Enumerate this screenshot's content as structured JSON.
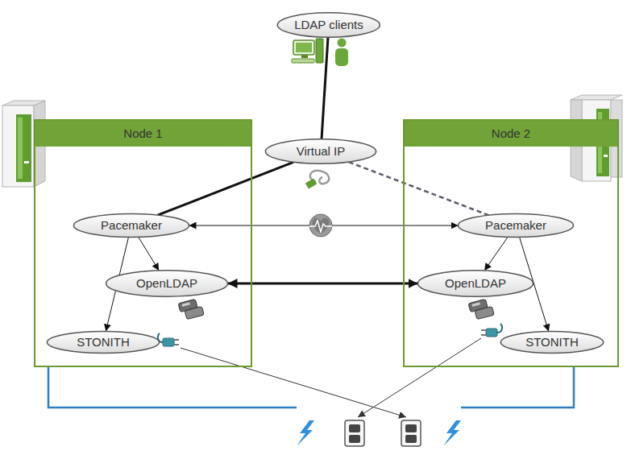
{
  "diagram": {
    "nodes": [
      {
        "text": [
          "LDAP clients"
        ]
      },
      {
        "text": [
          "Virtual IP"
        ]
      },
      {
        "text": [
          "Node 1"
        ]
      },
      {
        "text": [
          "Pacemaker"
        ],
        "in": 2
      },
      {
        "text": [
          "OpenLDAP"
        ],
        "in": 2
      },
      {
        "text": [
          "STONITH"
        ],
        "in": 2
      },
      {
        "text": [
          "Node 2"
        ]
      },
      {
        "text": [
          "Pacemaker"
        ],
        "in": 6
      },
      {
        "text": [
          "OpenLDAP"
        ],
        "in": 6
      },
      {
        "text": [
          "STONITH"
        ],
        "in": 6
      }
    ],
    "edges": [
      {
        "from": 0,
        "to": 1,
        "arrow": "none"
      },
      {
        "from": 1,
        "to": 3,
        "arrow": "none"
      },
      {
        "from": 1,
        "to": 7,
        "arrow": "none"
      },
      {
        "from": 3,
        "to": 7,
        "arrow": "both"
      },
      {
        "from": 3,
        "to": 4,
        "arrow": "to"
      },
      {
        "from": 3,
        "to": 5,
        "arrow": "to"
      },
      {
        "from": 4,
        "to": 8,
        "arrow": "both"
      },
      {
        "from": 7,
        "to": 8,
        "arrow": "to"
      },
      {
        "from": 7,
        "to": 9,
        "arrow": "to"
      }
    ]
  }
}
